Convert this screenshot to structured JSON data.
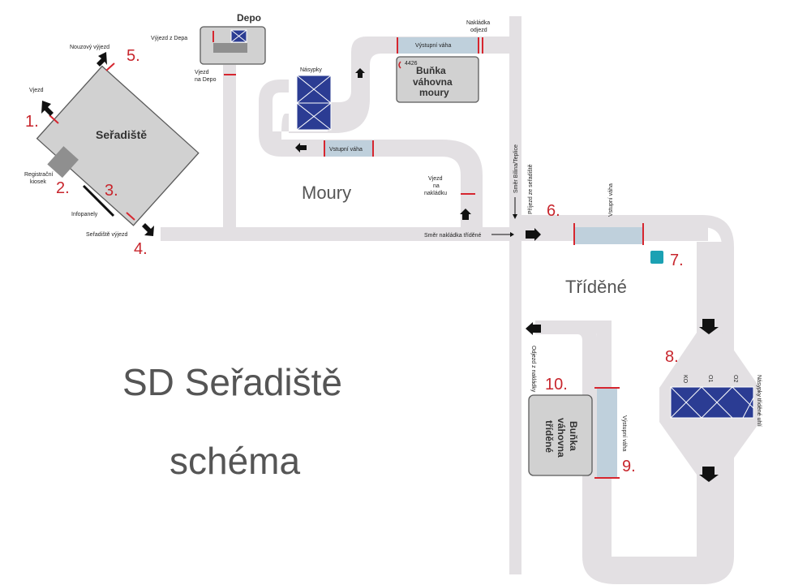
{
  "title": {
    "line1": "SD Seřadiště",
    "line2": "schéma"
  },
  "areas": {
    "moury": "Moury",
    "tridene": "Tříděné"
  },
  "buildings": {
    "seradiste": "Seřadiště",
    "depo": "Depo",
    "bunka_moury": [
      "Buňka",
      "váhovna",
      "moury"
    ],
    "bunka_tridene": [
      "Buňka",
      "váhovna",
      "tříděné"
    ],
    "bunka_code": "4426",
    "nasypky": "Násypky",
    "nasypky_tridene": "Násypky tříděné uhlí"
  },
  "scales": {
    "vystupni_moury": "Výstupní váha",
    "vstupni_moury": "Vstupní váha",
    "vstupni_tridene": "Vstupní váha",
    "vystupni_tridene": "Výstupní váha"
  },
  "labels": {
    "nouzovy_vyjezd": "Nouzový výjezd",
    "vjezd": "Vjezd",
    "registracni_kiosek": [
      "Registrační",
      "kiosek"
    ],
    "infopanely": "Infopanely",
    "seradiste_vyjezd": "Seřadiště výjezd",
    "vyjezd_z_depa": "Výjezd z Depa",
    "vjezd_na_depo": [
      "Vjezd",
      "na Depo"
    ],
    "nakladka_odjezd": [
      "Nakládka",
      "odjezd"
    ],
    "vjezd_na_nakladku": [
      "Vjezd",
      "na",
      "nakládku"
    ],
    "smer_nakladka_tridene": "Směr nakládka tříděné",
    "smer_bilina": "Směr Bílina/Teplice",
    "prijezd_ze_seradiste": "Příjezd ze seřadiště",
    "odjezd_z_nakladky": "Odjezd z nakládky",
    "hopper_cols": [
      "KO",
      "O1",
      "O2"
    ]
  },
  "numbers": [
    "1.",
    "2.",
    "3.",
    "4.",
    "5.",
    "6.",
    "7.",
    "8.",
    "9.",
    "10."
  ],
  "colors": {
    "road": "#e3e0e3",
    "building": "#d1d1d1",
    "scale": "#bfd0dc",
    "marker": "#d6262f",
    "hopper": "#2b3c93",
    "number": "#c8262d",
    "cell7": "#1ba1b3"
  }
}
